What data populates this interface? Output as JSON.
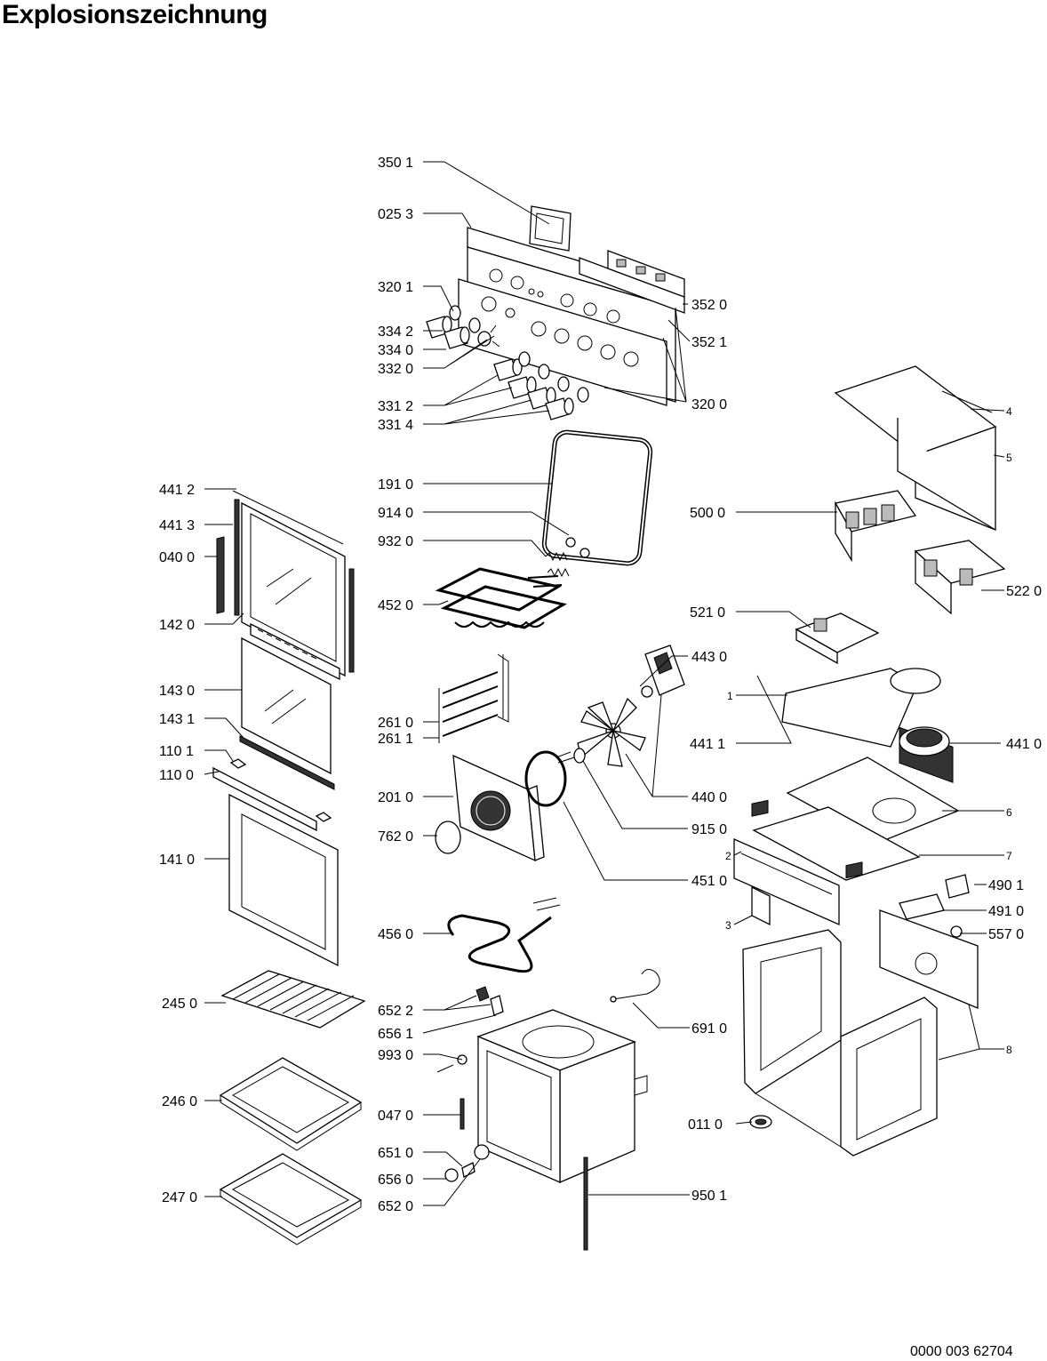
{
  "title": "Explosionszeichnung",
  "document_number": "0000 003 62704",
  "callouts": [
    {
      "id": "c-350-1",
      "text": "350 1"
    },
    {
      "id": "c-025-3",
      "text": "025 3"
    },
    {
      "id": "c-320-1",
      "text": "320 1"
    },
    {
      "id": "c-334-2",
      "text": "334 2"
    },
    {
      "id": "c-334-0",
      "text": "334 0"
    },
    {
      "id": "c-332-0",
      "text": "332 0"
    },
    {
      "id": "c-331-2",
      "text": "331 2"
    },
    {
      "id": "c-331-4",
      "text": "331 4"
    },
    {
      "id": "c-352-0",
      "text": "352 0"
    },
    {
      "id": "c-352-1",
      "text": "352 1"
    },
    {
      "id": "c-320-0",
      "text": "320 0"
    },
    {
      "id": "c-4",
      "text": "4"
    },
    {
      "id": "c-5",
      "text": "5"
    },
    {
      "id": "c-191-0",
      "text": "191 0"
    },
    {
      "id": "c-914-0",
      "text": "914 0"
    },
    {
      "id": "c-932-0",
      "text": "932 0"
    },
    {
      "id": "c-452-0",
      "text": "452 0"
    },
    {
      "id": "c-500-0",
      "text": "500 0"
    },
    {
      "id": "c-522-0",
      "text": "522 0"
    },
    {
      "id": "c-521-0",
      "text": "521 0"
    },
    {
      "id": "c-441-2",
      "text": "441 2"
    },
    {
      "id": "c-441-3",
      "text": "441 3"
    },
    {
      "id": "c-040-0",
      "text": "040 0"
    },
    {
      "id": "c-142-0",
      "text": "142 0"
    },
    {
      "id": "c-143-0",
      "text": "143 0"
    },
    {
      "id": "c-143-1",
      "text": "143 1"
    },
    {
      "id": "c-110-1",
      "text": "110 1"
    },
    {
      "id": "c-110-0",
      "text": "110 0"
    },
    {
      "id": "c-141-0",
      "text": "141 0"
    },
    {
      "id": "c-443-0",
      "text": "443 0"
    },
    {
      "id": "c-1",
      "text": "1"
    },
    {
      "id": "c-261-0",
      "text": "261 0"
    },
    {
      "id": "c-261-1",
      "text": "261 1"
    },
    {
      "id": "c-441-1",
      "text": "441 1"
    },
    {
      "id": "c-441-0",
      "text": "441 0"
    },
    {
      "id": "c-201-0",
      "text": "201 0"
    },
    {
      "id": "c-440-0",
      "text": "440 0"
    },
    {
      "id": "c-6",
      "text": "6"
    },
    {
      "id": "c-762-0",
      "text": "762 0"
    },
    {
      "id": "c-915-0",
      "text": "915 0"
    },
    {
      "id": "c-2",
      "text": "2"
    },
    {
      "id": "c-7",
      "text": "7"
    },
    {
      "id": "c-451-0",
      "text": "451 0"
    },
    {
      "id": "c-490-1",
      "text": "490 1"
    },
    {
      "id": "c-491-0",
      "text": "491 0"
    },
    {
      "id": "c-3",
      "text": "3"
    },
    {
      "id": "c-456-0",
      "text": "456 0"
    },
    {
      "id": "c-557-0",
      "text": "557 0"
    },
    {
      "id": "c-245-0",
      "text": "245 0"
    },
    {
      "id": "c-652-2",
      "text": "652 2"
    },
    {
      "id": "c-656-1",
      "text": "656 1"
    },
    {
      "id": "c-691-0",
      "text": "691 0"
    },
    {
      "id": "c-993-0",
      "text": "993 0"
    },
    {
      "id": "c-8",
      "text": "8"
    },
    {
      "id": "c-246-0",
      "text": "246 0"
    },
    {
      "id": "c-047-0",
      "text": "047 0"
    },
    {
      "id": "c-011-0",
      "text": "011 0"
    },
    {
      "id": "c-651-0",
      "text": "651 0"
    },
    {
      "id": "c-656-0",
      "text": "656 0"
    },
    {
      "id": "c-247-0",
      "text": "247 0"
    },
    {
      "id": "c-652-0",
      "text": "652 0"
    },
    {
      "id": "c-950-1",
      "text": "950 1"
    }
  ]
}
